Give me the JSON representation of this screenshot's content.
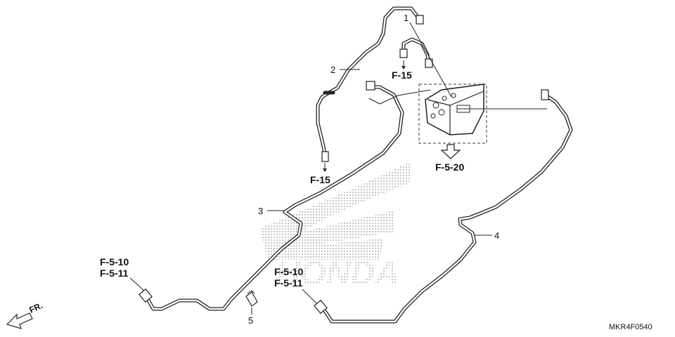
{
  "watermark": {
    "text": "HONDA"
  },
  "callouts": {
    "p1": "1",
    "p2": "2",
    "p3": "3",
    "p4": "4",
    "p5": "5"
  },
  "refs": {
    "top_f15": "F-15",
    "mid_f15": "F-15",
    "f520": "F-5-20",
    "left_f510": "F-5-10",
    "left_f511": "F-5-11",
    "mid_f510": "F-5-10",
    "mid_f511": "F-5-11"
  },
  "direction": {
    "label": "FR."
  },
  "diagram_code": "MKR4F0540"
}
